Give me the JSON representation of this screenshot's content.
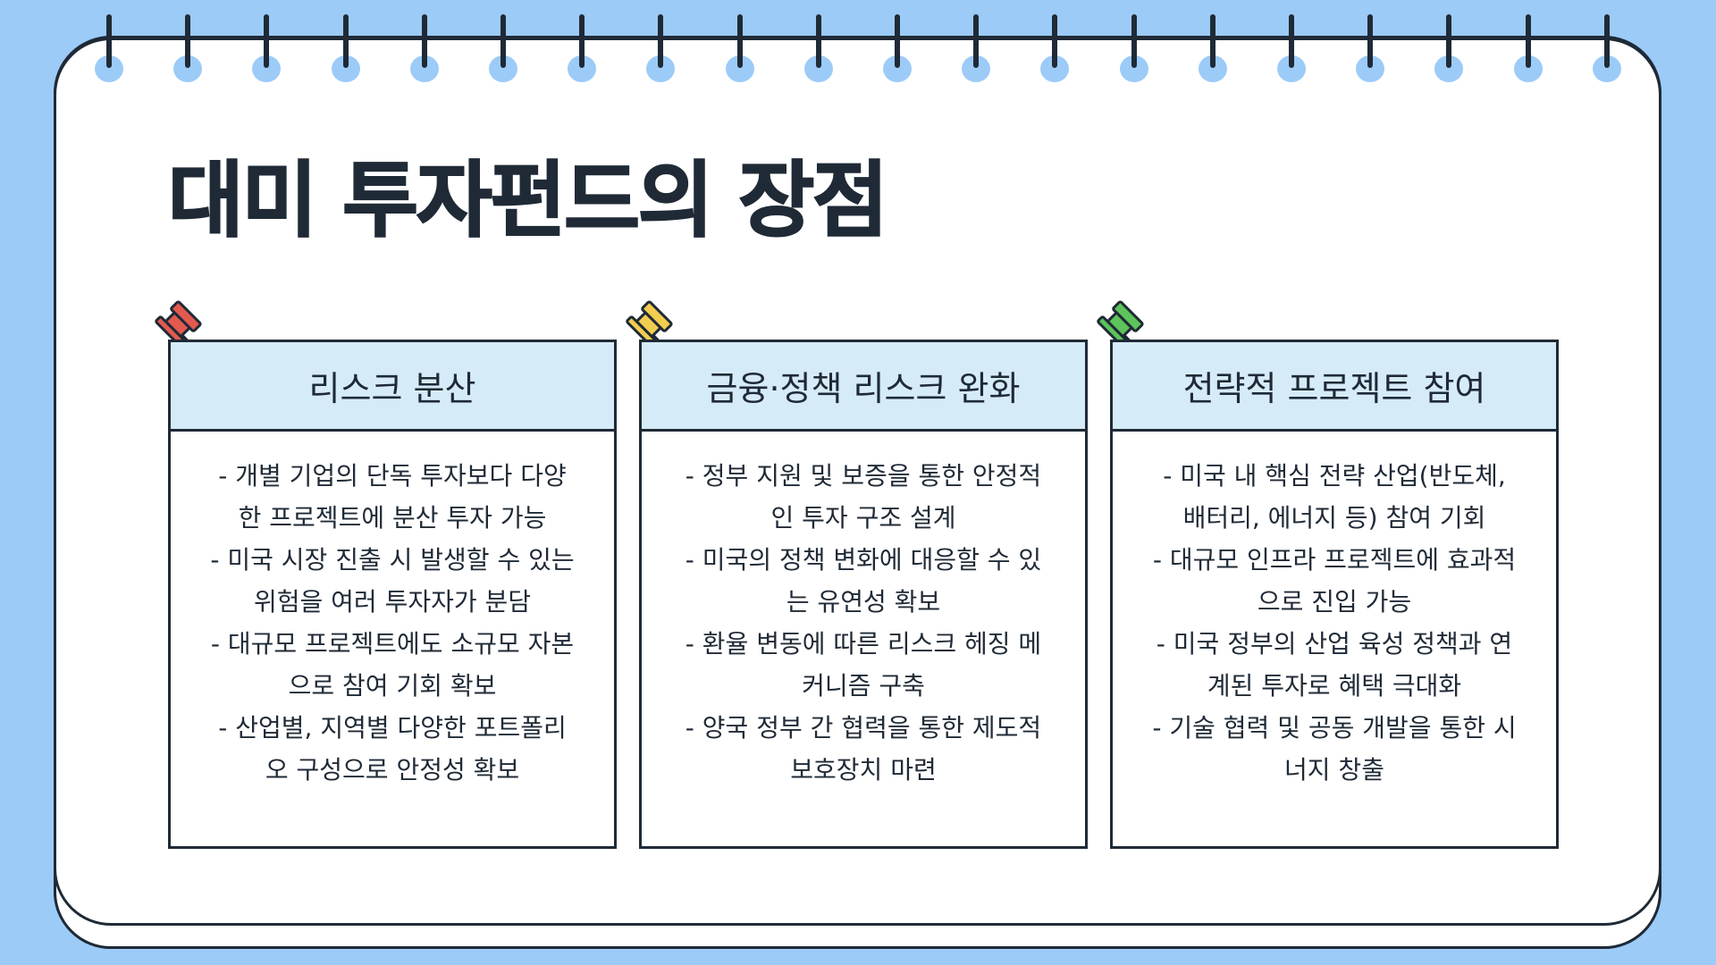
{
  "slide": {
    "title": "대미 투자펀드의 장점"
  },
  "theme": {
    "background": "#9ccbf8",
    "ink": "#1f2a36",
    "card_header_bg": "#d6ebf8",
    "paper": "#ffffff"
  },
  "cards": [
    {
      "header": "리스크 분산",
      "pin_color": "#e25a4f",
      "lines": [
        "- 개별 기업의 단독 투자보다 다양",
        "한 프로젝트에 분산 투자 가능",
        "- 미국 시장 진출 시 발생할 수 있는",
        "위험을 여러 투자자가 분담",
        "- 대규모 프로젝트에도 소규모 자본",
        "으로 참여 기회 확보",
        "- 산업별, 지역별 다양한 포트폴리",
        "오 구성으로 안정성 확보"
      ]
    },
    {
      "header": "금융·정책 리스크 완화",
      "pin_color": "#f3cd4f",
      "lines": [
        "- 정부 지원 및 보증을 통한 안정적",
        "인 투자 구조 설계",
        "- 미국의 정책 변화에 대응할 수 있",
        "는 유연성 확보",
        "- 환율 변동에 따른 리스크 헤징 메",
        "커니즘 구축",
        "- 양국 정부 간 협력을 통한 제도적",
        "보호장치 마련"
      ]
    },
    {
      "header": "전략적 프로젝트 참여",
      "pin_color": "#5cc45a",
      "lines": [
        "- 미국 내 핵심 전략 산업(반도체,",
        "배터리, 에너지 등) 참여 기회",
        "- 대규모 인프라 프로젝트에 효과적",
        "으로 진입 가능",
        "- 미국 정부의 산업 육성 정책과 연",
        "계된 투자로 혜택 극대화",
        "- 기술 협력 및 공동 개발을 통한 시",
        "너지 창출"
      ]
    }
  ]
}
